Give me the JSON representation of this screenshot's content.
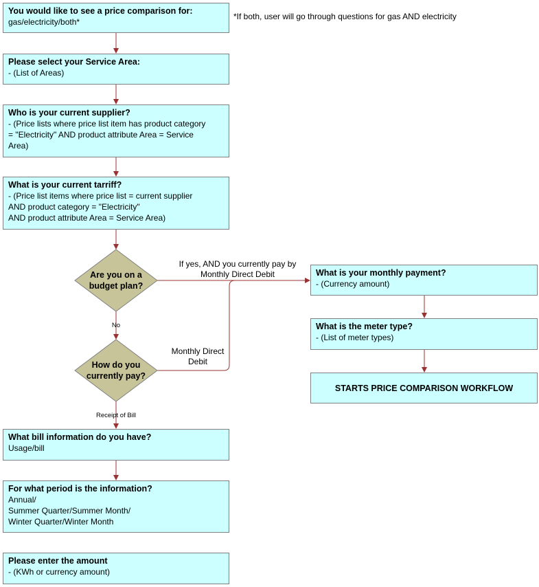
{
  "colors": {
    "box_fill": "#ccffff",
    "diamond_fill": "#c8c49a",
    "arrow": "#993333"
  },
  "note": "*If both, user will go through questions for gas AND electricity",
  "boxes": {
    "compare": {
      "title": "You would like to see a price comparison for:",
      "lines": [
        "gas/electricity/both*"
      ]
    },
    "area": {
      "title": "Please select your Service Area:",
      "lines": [
        "- (List of Areas)"
      ]
    },
    "supplier": {
      "title": "Who is your current supplier?",
      "lines": [
        "- (Price lists where price list item has product category",
        "= \"Electricity\" AND product attribute Area = Service",
        "Area)"
      ]
    },
    "tariff": {
      "title": "What is your current tarriff?",
      "lines": [
        "- (Price list items where price list = current supplier",
        "AND product category = \"Electricity\"",
        "AND product attribute Area = Service Area)"
      ]
    },
    "monthly": {
      "title": "What is your monthly payment?",
      "lines": [
        "- (Currency amount)"
      ]
    },
    "meter": {
      "title": "What is the meter type?",
      "lines": [
        "- (List of meter types)"
      ]
    },
    "starts": {
      "title": "STARTS PRICE COMPARISON WORKFLOW"
    },
    "bill": {
      "title": "What bill information do you have?",
      "lines": [
        "Usage/bill"
      ]
    },
    "period": {
      "title": "For what period is the information?",
      "lines": [
        "Annual/",
        "Summer Quarter/Summer Month/",
        "Winter Quarter/Winter Month"
      ]
    },
    "amount": {
      "title": "Please enter the amount",
      "lines": [
        "- (KWh or currency amount)"
      ]
    }
  },
  "decisions": {
    "budget": {
      "lines": [
        "Are you on a",
        "budget plan?"
      ]
    },
    "pay": {
      "lines": [
        "How do you",
        "currently pay?"
      ]
    }
  },
  "edge_labels": {
    "yes_line1": "If yes, AND you currently pay by",
    "yes_line2": "Monthly Direct Debit",
    "no": "No",
    "dd_line1": "Monthly Direct",
    "dd_line2": "Debit",
    "receipt": "Receipt of Bill"
  }
}
